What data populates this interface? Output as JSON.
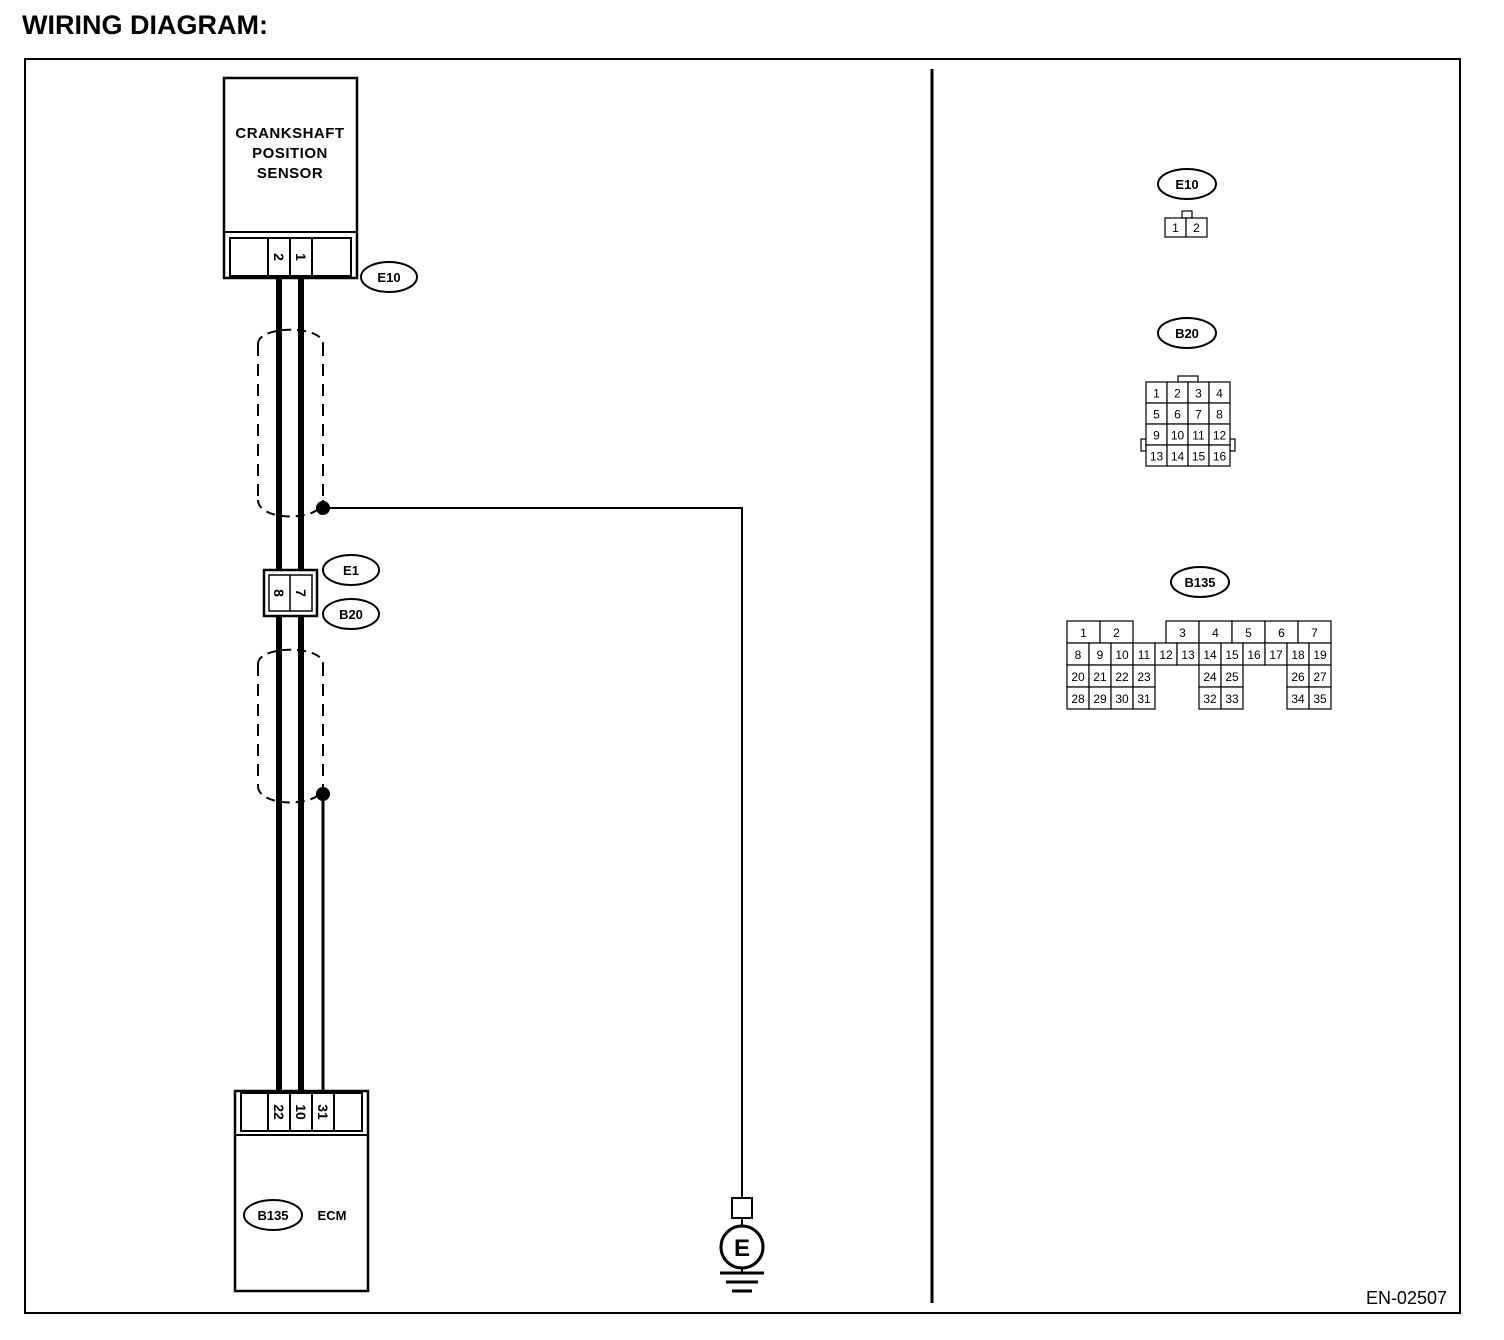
{
  "title": "WIRING DIAGRAM:",
  "sensor": {
    "name_lines": [
      "CRANKSHAFT",
      "POSITION",
      "SENSOR"
    ],
    "connector": "E10",
    "pins": [
      "2",
      "1"
    ]
  },
  "joint": {
    "top_connector": "E1",
    "bottom_connector": "B20",
    "pins": [
      "8",
      "7"
    ]
  },
  "ecm": {
    "connector": "B135",
    "label": "ECM",
    "pins": [
      "22",
      "10",
      "31"
    ]
  },
  "ground": {
    "label": "E"
  },
  "connector_views": {
    "e10": {
      "tag": "E10",
      "cells": [
        "1",
        "2"
      ]
    },
    "b20": {
      "tag": "B20",
      "rows": [
        [
          "1",
          "2",
          "3",
          "4"
        ],
        [
          "5",
          "6",
          "7",
          "8"
        ],
        [
          "9",
          "10",
          "11",
          "12"
        ],
        [
          "13",
          "14",
          "15",
          "16"
        ]
      ]
    },
    "b135": {
      "tag": "B135",
      "row1": [
        "1",
        "2",
        "3",
        "4",
        "5",
        "6",
        "7"
      ],
      "row2": [
        "8",
        "9",
        "10",
        "11",
        "12",
        "13",
        "14",
        "15",
        "16",
        "17",
        "18",
        "19"
      ],
      "row3": [
        "20",
        "21",
        "22",
        "23",
        "24",
        "25",
        "26",
        "27"
      ],
      "row4": [
        "28",
        "29",
        "30",
        "31",
        "32",
        "33",
        "34",
        "35"
      ]
    }
  },
  "diagram_code": "EN-02507"
}
